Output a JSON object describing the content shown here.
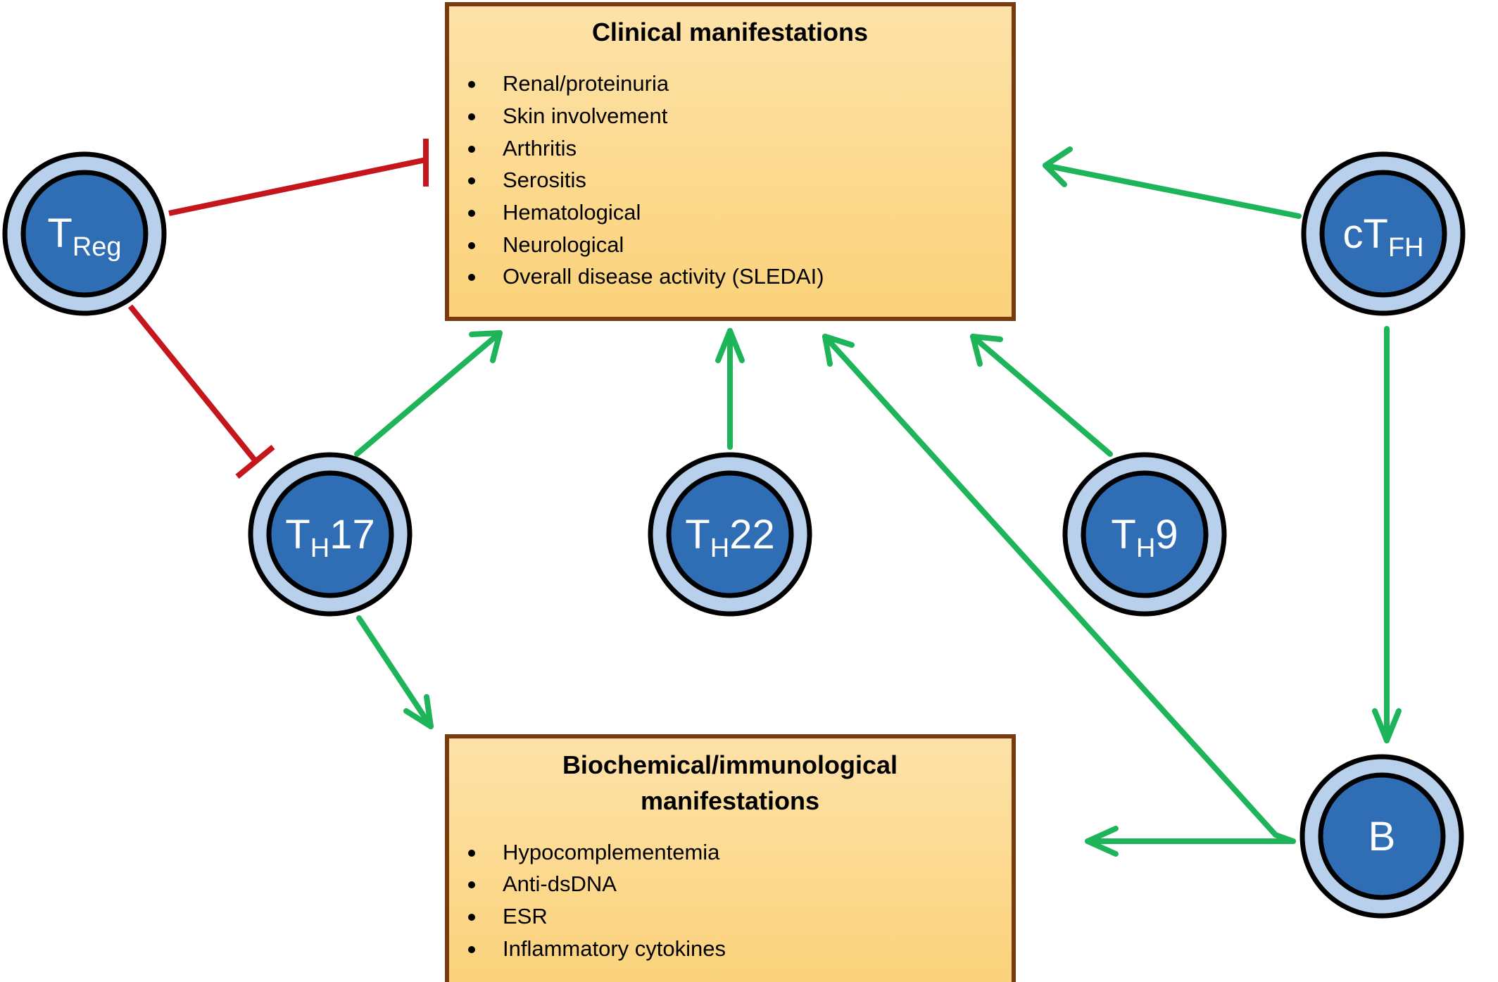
{
  "clinical_box": {
    "title": "Clinical manifestations",
    "items": [
      "Renal/proteinuria",
      "Skin involvement",
      "Arthritis",
      "Serositis",
      "Hematological",
      "Neurological",
      "Overall disease activity (SLEDAI)"
    ]
  },
  "biochemical_box": {
    "title_line1": "Biochemical/immunological",
    "title_line2": "manifestations",
    "items": [
      "Hypocomplementemia",
      "Anti-dsDNA",
      "ESR",
      "Inflammatory cytokines"
    ]
  },
  "cells": {
    "treg": {
      "main": "T",
      "sub": "Reg"
    },
    "th17": {
      "main": "T",
      "sub": "H",
      "suffix": "17"
    },
    "th22": {
      "main": "T",
      "sub": "H",
      "suffix": "22"
    },
    "th9": {
      "main": "T",
      "sub": "H",
      "suffix": "9"
    },
    "ctfh": {
      "main": "cT",
      "sub": "FH"
    },
    "b": {
      "main": "B"
    }
  },
  "colors": {
    "box_fill_top": "#fde2a8",
    "box_fill_bottom": "#fbd27a",
    "box_border": "#7a3a10",
    "cell_core": "#2f6db5",
    "cell_ring": "#b8d0ec",
    "cell_outline": "#000000",
    "activation_arrow": "#1db45a",
    "inhibition_line": "#c4161c"
  }
}
